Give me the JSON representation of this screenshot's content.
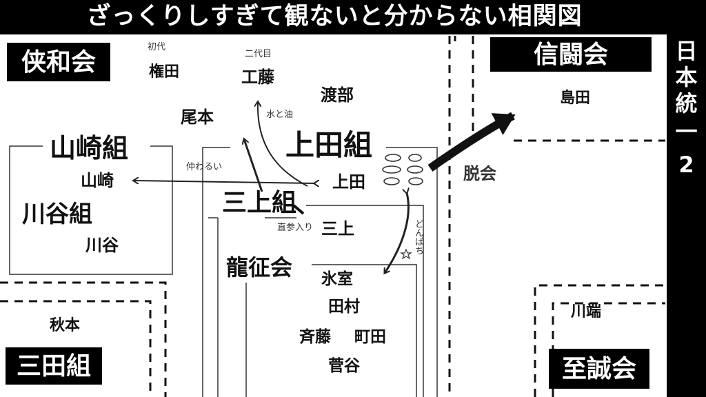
{
  "title": "ざっくりしすぎて観ないと分からない相関図",
  "sidebar_label": "日本統一2",
  "factions": {
    "kyowakai": {
      "name": "侠和会",
      "note_first": "初代",
      "boss_first": "権田",
      "note_second": "二代目",
      "boss_second": "工藤",
      "member_watabe": "渡部",
      "member_omoto": "尾本"
    },
    "yamazaki": {
      "name": "山崎組",
      "leader": "山崎"
    },
    "kawatani": {
      "name": "川谷組",
      "leader": "川谷"
    },
    "ueda": {
      "name": "上田組",
      "leader": "上田"
    },
    "mikami": {
      "name": "三上組",
      "leader": "三上",
      "note": "直参入り"
    },
    "ryuseikai": {
      "name": "龍征会",
      "members": [
        "氷室",
        "田村",
        "斉藤",
        "町田",
        "菅谷"
      ]
    },
    "shintoukai": {
      "name": "信闘会",
      "member": "島田"
    },
    "mitagumi": {
      "name": "三田組",
      "member": "秋本"
    },
    "shiseikai": {
      "name": "至誠会",
      "member": "川端"
    }
  },
  "relations": {
    "ueda_yamazaki": "仲わるい",
    "ueda_kudo": "水と油",
    "ueda_hyomuro": "どんぱち",
    "ueda_to_shintoukai": "脱会"
  }
}
